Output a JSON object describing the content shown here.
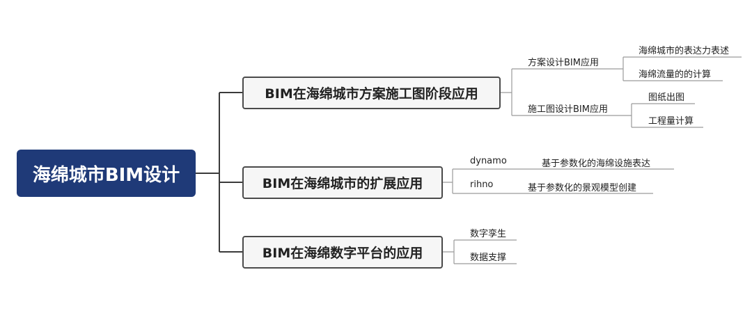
{
  "root": {
    "label": "海绵城市BIM设计"
  },
  "branches": [
    {
      "label": "BIM在海绵城市方案施工图阶段应用",
      "children": [
        {
          "label": "方案设计BIM应用",
          "children": [
            "海绵城市的表达力表述",
            "海绵流量的的计算"
          ]
        },
        {
          "label": "施工图设计BIM应用",
          "children": [
            "图纸出图",
            "工程量计算"
          ]
        }
      ]
    },
    {
      "label": "BIM在海绵城市的扩展应用",
      "children": [
        {
          "label": "dynamo",
          "children": [
            "基于参数化的海绵设施表达"
          ]
        },
        {
          "label": "rihno",
          "children": [
            "基于参数化的景观模型创建"
          ]
        }
      ]
    },
    {
      "label": "BIM在海绵数字平台的应用",
      "children": [
        {
          "label": "数字孪生",
          "children": []
        },
        {
          "label": "数据支撑",
          "children": []
        }
      ]
    }
  ],
  "colors": {
    "root_fill": "#1f3a78",
    "branch_border": "#4a4a4a",
    "branch_fill": "#f6f6f6",
    "line": "#3a3a3a",
    "leaf_line": "#9a9a9a"
  }
}
